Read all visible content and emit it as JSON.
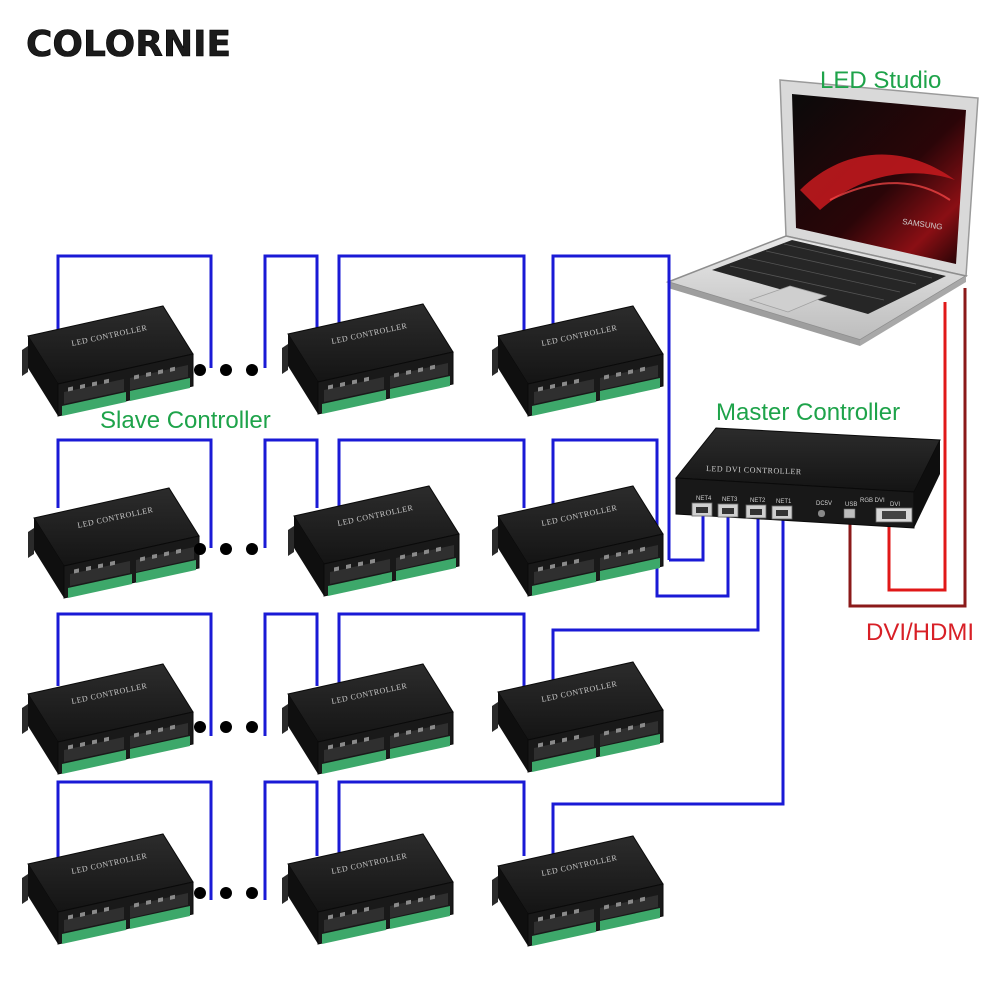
{
  "brand": {
    "logo_text": "COLORNIE"
  },
  "labels": {
    "software": "LED Studio",
    "master": "Master Controller",
    "slave": "Slave Controller",
    "video_cable": "DVI/HDMI"
  },
  "laptop": {
    "brand_text": "SAMSUNG"
  },
  "master_device": {
    "faceplate_text": "LED DVI CONTROLLER",
    "ports": [
      "NET4",
      "NET3",
      "NET2",
      "NET1",
      "DC5V",
      "USB",
      "RGB DVI",
      "DVI"
    ]
  },
  "slave_device": {
    "faceplate_text": "LED CONTROLLER"
  },
  "ellipsis": "• • •",
  "colors": {
    "data_line": "#1a1ad6",
    "dvi_line": "#e01818",
    "usb_line": "#8b1a1a",
    "label_green": "#1ea34a",
    "label_red": "#d81f26",
    "device_body": "#1e1e1e",
    "terminal_green": "#3da86a"
  },
  "icons": [
    "laptop-icon",
    "controller-icon",
    "ethernet-port-icon",
    "dvi-port-icon",
    "usb-port-icon"
  ]
}
